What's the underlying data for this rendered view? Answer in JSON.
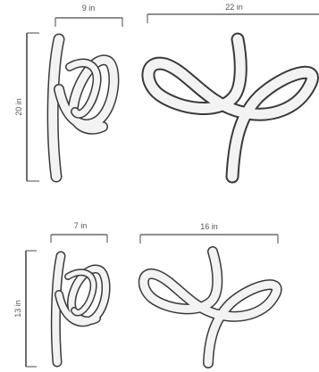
{
  "large": {
    "side_width_label": "9 in",
    "front_width_label": "22 in",
    "height_label": "20 in"
  },
  "small": {
    "side_width_label": "7 in",
    "front_width_label": "16 in",
    "height_label": "13 in"
  }
}
